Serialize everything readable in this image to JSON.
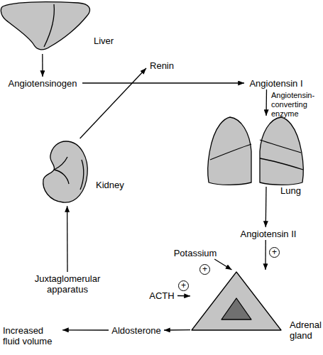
{
  "diagram": {
    "nodes": [
      {
        "text": [
          "Liver"
        ]
      },
      {
        "text": [
          "Angiotensinogen"
        ]
      },
      {
        "text": [
          "Renin"
        ]
      },
      {
        "text": [
          "Angiotensin I"
        ]
      },
      {
        "text": [
          "Lung"
        ]
      },
      {
        "text": [
          "Kidney"
        ]
      },
      {
        "text": [
          "Angiotensin II"
        ]
      },
      {
        "text": [
          "Potassium"
        ]
      },
      {
        "text": [
          "ACTH"
        ]
      },
      {
        "text": [
          "Juxtaglomerular apparatus"
        ]
      },
      {
        "text": [
          "Aldosterone"
        ]
      },
      {
        "text": [
          "Adrenal gland"
        ]
      },
      {
        "text": [
          "Increased fluid volume"
        ]
      }
    ],
    "edges": [
      {
        "from": 0,
        "to": 1,
        "arrow": "to"
      },
      {
        "from": 1,
        "to": 3,
        "arrow": "to"
      },
      {
        "from": 3,
        "to": 4,
        "label": "Angiotensin-converting enzyme",
        "arrow": "to"
      },
      {
        "from": 4,
        "to": 6,
        "arrow": "to"
      },
      {
        "from": 6,
        "to": 11,
        "label": "+",
        "arrow": "to"
      },
      {
        "from": 7,
        "to": 11,
        "label": "+",
        "arrow": "to"
      },
      {
        "from": 8,
        "to": 11,
        "label": "+",
        "arrow": "to"
      },
      {
        "from": 11,
        "to": 10,
        "arrow": "to"
      },
      {
        "from": 10,
        "to": 12,
        "arrow": "to"
      },
      {
        "from": 9,
        "to": 5,
        "arrow": "to"
      },
      {
        "from": 5,
        "to": 2,
        "arrow": "to"
      }
    ]
  }
}
